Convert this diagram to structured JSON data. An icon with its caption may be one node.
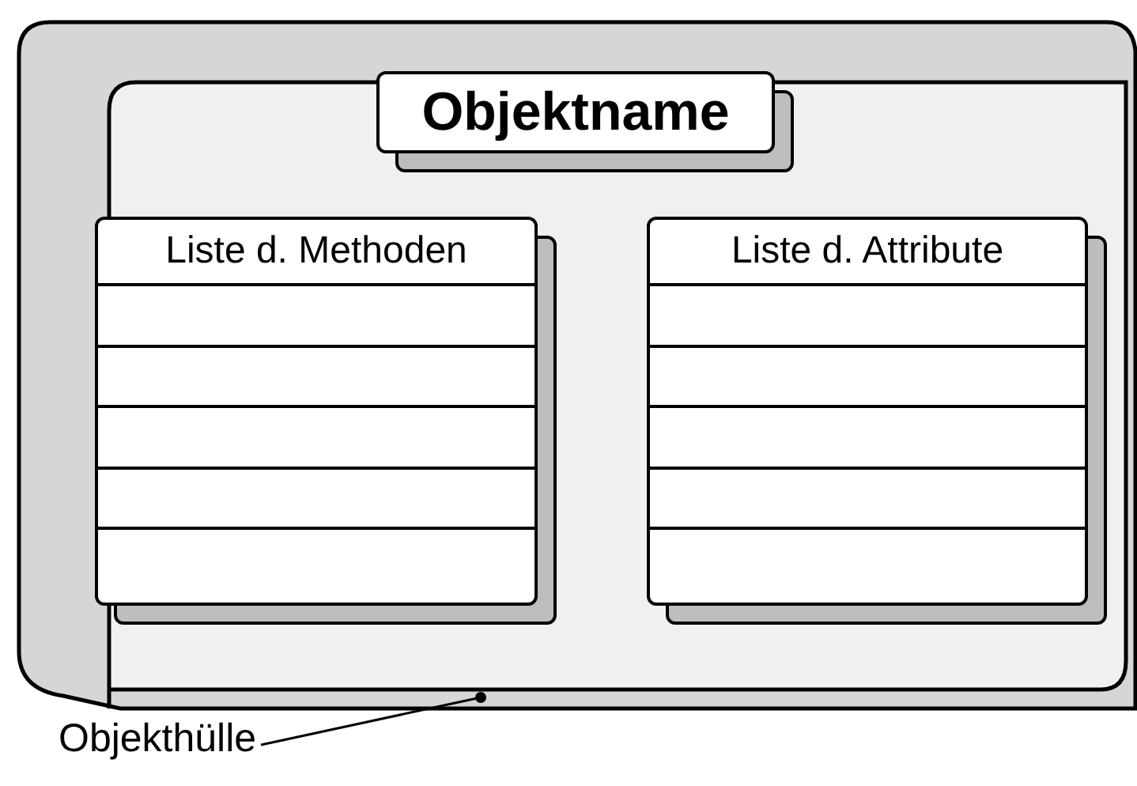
{
  "diagram": {
    "nodes": [
      {
        "text": [],
        "shape": "box"
      },
      {
        "text": [
          "Objektname"
        ],
        "in": 0
      },
      {
        "text": [
          "Liste d. Methoden"
        ],
        "in": 0
      },
      {
        "text": [
          "Liste d. Attribute"
        ],
        "in": 0
      },
      {
        "text": [
          "Objekthülle"
        ]
      }
    ],
    "edges": [
      {
        "from": 4,
        "to": 0,
        "arrow": "other"
      }
    ]
  }
}
